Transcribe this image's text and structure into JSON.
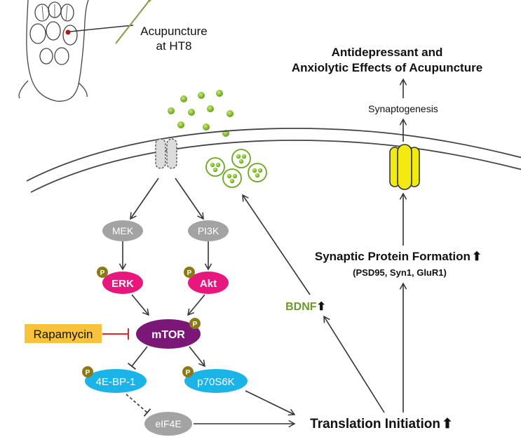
{
  "stimulus": {
    "label_line1": "Acupuncture",
    "label_line2": "at HT8"
  },
  "outcome": {
    "line1": "Antidepressant and",
    "line2": "Anxiolytic Effects of Acupuncture"
  },
  "process": {
    "synaptogenesis": "Synaptogenesis",
    "protein_formation": "Synaptic Protein Formation",
    "protein_list": "(PSD95, Syn1, GluR1)",
    "bdnf": "BDNF",
    "translation": "Translation Initiation",
    "up_arrow": "⬆"
  },
  "nodes": {
    "mek": "MEK",
    "pi3k": "PI3K",
    "erk": "ERK",
    "akt": "Akt",
    "mtor": "mTOR",
    "eif4ebp1": "4E-BP-1",
    "p70s6k": "p70S6K",
    "eif4e": "eIF4E",
    "phospho": "P"
  },
  "inhibitor": {
    "label": "Rapamycin"
  },
  "colors": {
    "grey_node": "#a3a3a3",
    "pink_node": "#e8177e",
    "purple_node": "#7b1877",
    "blue_node": "#1ab4e8",
    "phospho_badge": "#8a7a16",
    "bdnf_green": "#6a9a2a",
    "vesicle_green": "#7ab828",
    "channel_yellow": "#f2ea10",
    "rapamycin_bg": "#f8c33a",
    "inhibition_red": "#e4252a"
  }
}
